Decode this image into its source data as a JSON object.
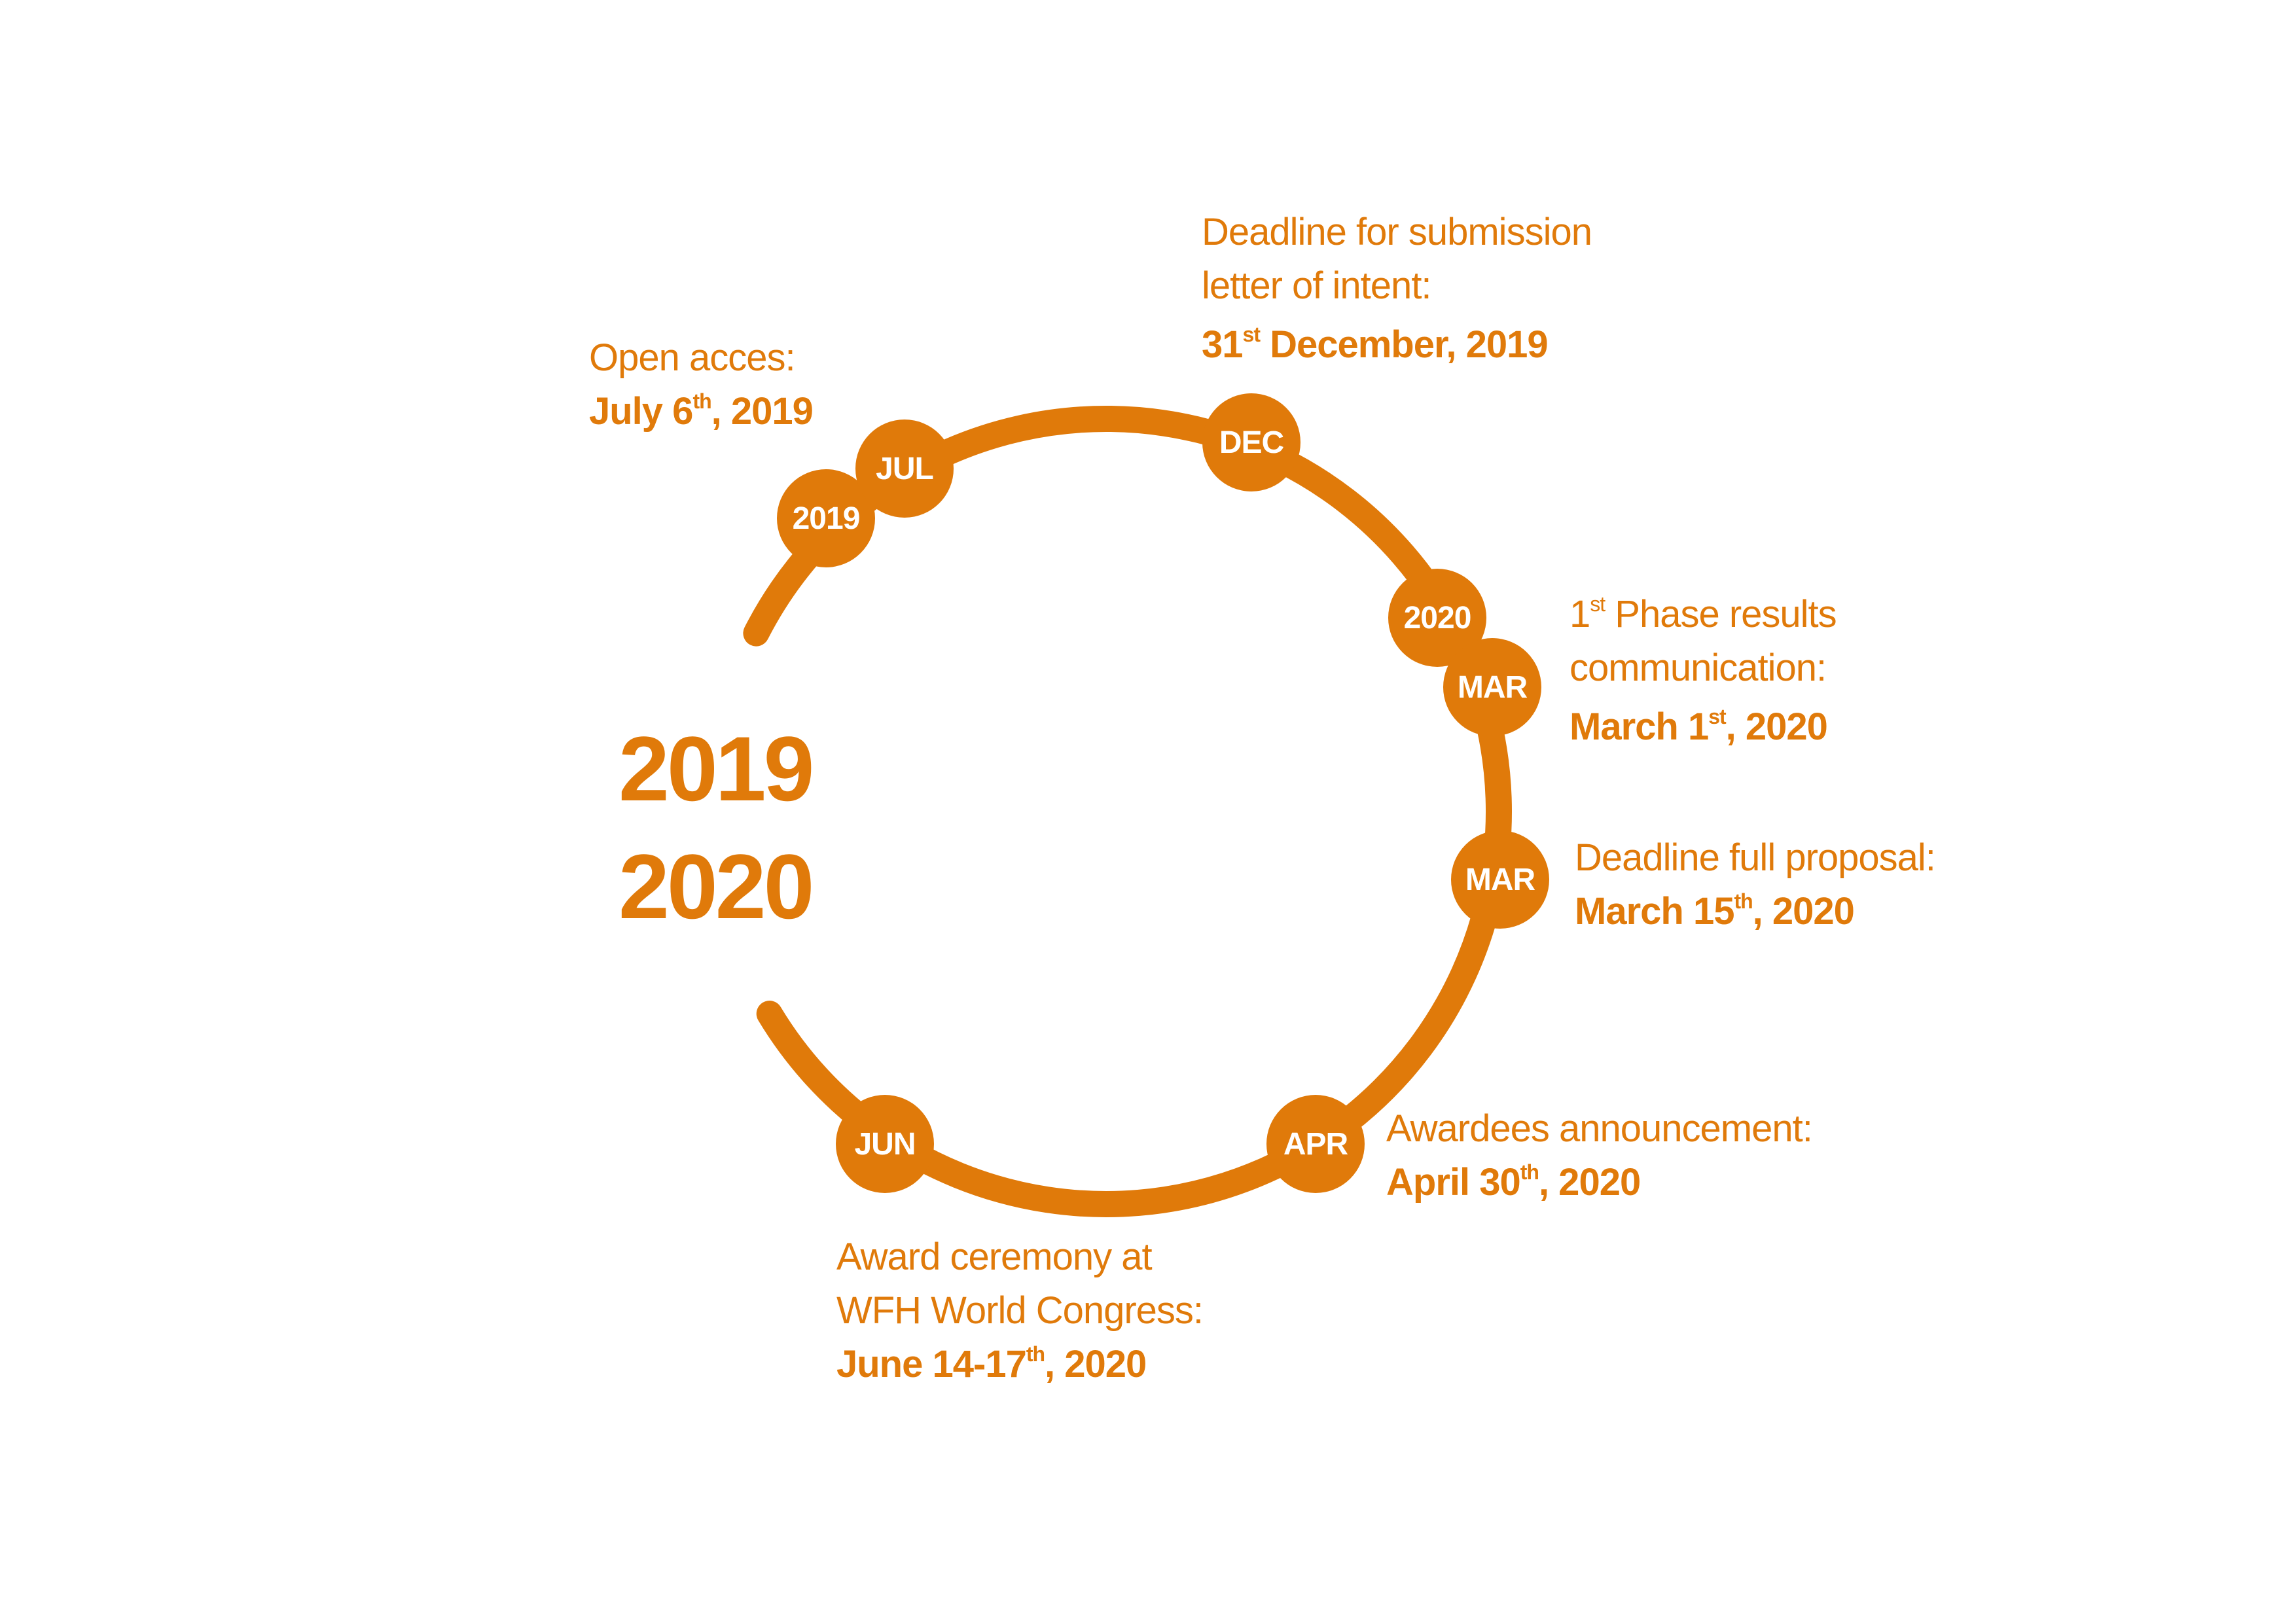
{
  "colors": {
    "accent": "#e07a0a",
    "node_text": "#ffffff",
    "background": "#ffffff"
  },
  "center": {
    "year_start": "2019",
    "year_end": "2020"
  },
  "nodes": {
    "year_2019": "2019",
    "jul": "JUL",
    "dec": "DEC",
    "year_2020": "2020",
    "mar_first": "MAR",
    "mar_second": "MAR",
    "apr": "APR",
    "jun": "JUN"
  },
  "milestones": {
    "open_access": {
      "desc": "Open acces:",
      "date_pre": "July 6",
      "date_sup": "th",
      "date_post": ", 2019"
    },
    "letter_of_intent": {
      "desc_line1": "Deadline for submission",
      "desc_line2": "letter of intent:",
      "date_pre": "31",
      "date_sup": "st",
      "date_post": " December, 2019"
    },
    "phase_results": {
      "desc_line1_pre": "1",
      "desc_line1_sup": "st",
      "desc_line1_post": " Phase results",
      "desc_line2": "communication:",
      "date_pre": "March 1",
      "date_sup": "st",
      "date_post": ", 2020"
    },
    "full_proposal": {
      "desc": "Deadline full proposal:",
      "date_pre": "March 15",
      "date_sup": "th",
      "date_post": ", 2020"
    },
    "awardees": {
      "desc": "Awardees announcement:",
      "date_pre": "April 30",
      "date_sup": "th",
      "date_post": ", 2020"
    },
    "ceremony": {
      "desc_line1": "Award ceremony at",
      "desc_line2": "WFH World Congress:",
      "date_pre": "June 14-17",
      "date_sup": "th",
      "date_post": ", 2020"
    }
  }
}
